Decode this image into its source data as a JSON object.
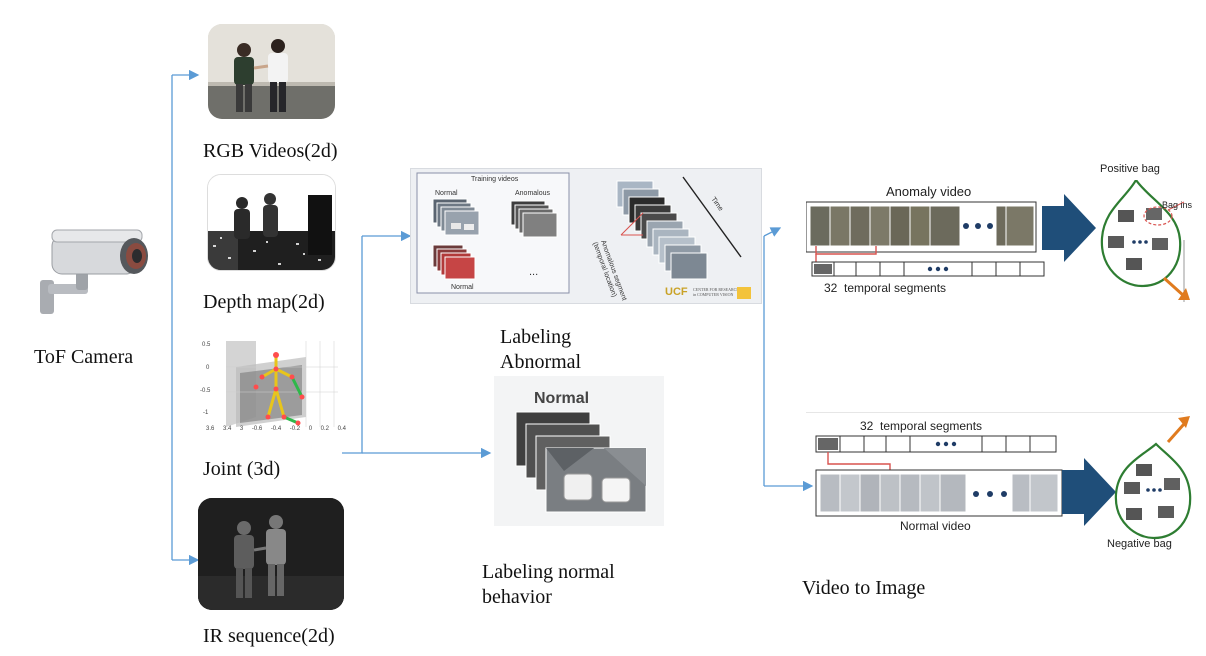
{
  "camera": {
    "label": "ToF Camera"
  },
  "modalities": [
    {
      "label": "RGB Videos(2d)"
    },
    {
      "label": "Depth map(2d)"
    },
    {
      "label": "Joint (3d)"
    },
    {
      "label": "IR sequence(2d)"
    }
  ],
  "joint_plot": {
    "y_ticks": [
      "0.5",
      "0",
      "-0.5",
      "-1"
    ],
    "x_ticks": [
      "3.6",
      "3.4",
      "3",
      "-0.6",
      "-0.4",
      "-0.2",
      "0",
      "0.2",
      "0.4"
    ]
  },
  "labeling_abnormal": {
    "label_line1": "Labeling",
    "label_line2": "Abnormal",
    "training_videos": "Training videos",
    "normal": "Normal",
    "anomalous": "Anomalous",
    "normal2": "Normal",
    "ellipsis": "...",
    "time": "Time",
    "anomalous_segment": "Anomalous segment",
    "temporal_location": "(temporal location)",
    "ucf_logo": "UCF",
    "ucf_caption_line1": "CENTER FOR RESEARCH",
    "ucf_caption_line2": "in COMPUTER VISION"
  },
  "labeling_normal": {
    "title": "Normal",
    "label_line1": "Labeling normal",
    "label_line2": "behavior"
  },
  "video_to_image": {
    "label": "Video to Image",
    "anomaly_video": "Anomaly video",
    "normal_video": "Normal video",
    "segments_count": "32",
    "segments_text": "temporal segments",
    "positive_bag": "Positive bag",
    "negative_bag": "Negative bag",
    "bag_instance": "Bag ins"
  },
  "colors": {
    "arrow": "#5b9bd5",
    "big_arrow": "#1f4e79",
    "bag_ring": "#2e7d32",
    "orange": "#e07b1f",
    "red_link": "#d9534f"
  }
}
